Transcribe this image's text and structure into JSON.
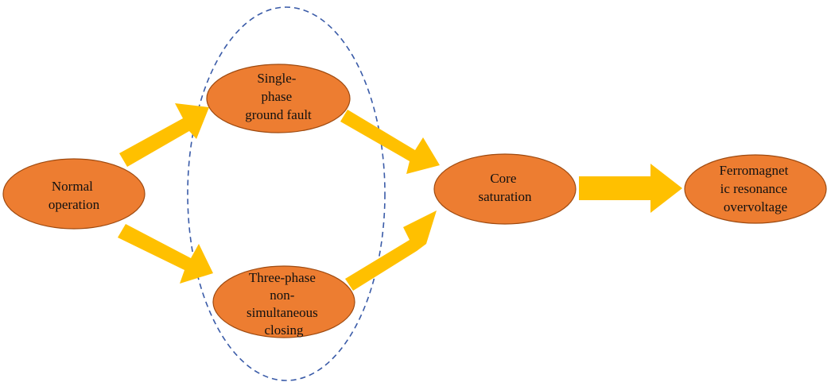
{
  "diagram": {
    "colors": {
      "node_fill": "#ED7D31",
      "node_stroke": "#9E4A10",
      "arrow_fill": "#FFC000",
      "group_outline": "#3A5BA8",
      "text": "#111111"
    },
    "nodes": {
      "normal_operation": {
        "lines": [
          "Normal",
          "operation"
        ]
      },
      "single_phase_fault": {
        "lines": [
          "Single-",
          "phase",
          "ground fault"
        ]
      },
      "three_phase_closing": {
        "lines": [
          "Three-phase",
          "non-",
          "simultaneous",
          "closing"
        ]
      },
      "core_saturation": {
        "lines": [
          "Core",
          "saturation"
        ]
      },
      "ferromagnetic_resonance": {
        "lines": [
          "Ferromagnet",
          "ic resonance",
          "overvoltage"
        ]
      }
    },
    "edges": [
      {
        "from": "normal_operation",
        "to": "single_phase_fault"
      },
      {
        "from": "normal_operation",
        "to": "three_phase_closing"
      },
      {
        "from": "single_phase_fault",
        "to": "core_saturation"
      },
      {
        "from": "three_phase_closing",
        "to": "core_saturation"
      },
      {
        "from": "core_saturation",
        "to": "ferromagnetic_resonance"
      }
    ],
    "group": {
      "members": [
        "single_phase_fault",
        "three_phase_closing"
      ],
      "style": "dashed"
    }
  }
}
